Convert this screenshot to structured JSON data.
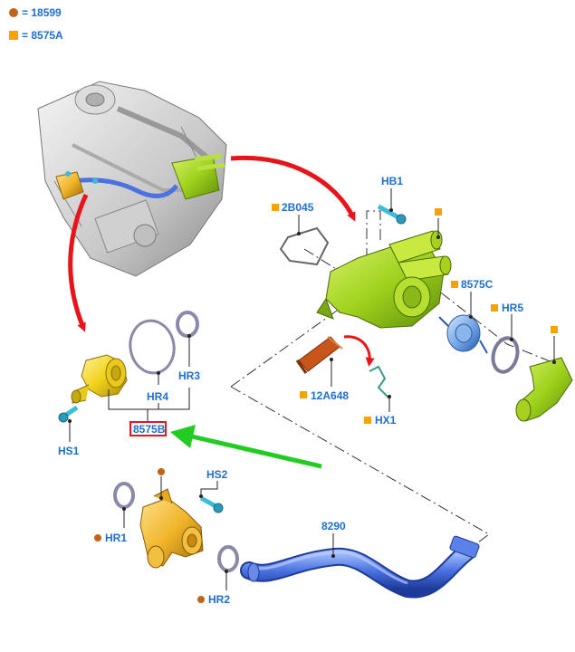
{
  "legend": [
    {
      "marker": "circle",
      "color": "#c0651a",
      "text": "= 18599"
    },
    {
      "marker": "square",
      "color": "#f5a300",
      "text": "= 8575A"
    }
  ],
  "labels": {
    "hb1": "HB1",
    "b2045": "2B045",
    "c8575": "8575C",
    "hr5": "HR5",
    "a12648": "12A648",
    "hx1": "HX1",
    "hr4": "HR4",
    "hr3": "HR3",
    "hs1": "HS1",
    "b8575": "8575B",
    "hs2": "HS2",
    "hr1": "HR1",
    "n8290": "8290",
    "hr2": "HR2"
  },
  "colors": {
    "label_blue": "#1f6fd1",
    "square_marker": "#f5a300",
    "circle_marker": "#c0651a",
    "arrow_red": "#e8141a",
    "arrow_green": "#22cc22",
    "highlight_box": "#e8141a",
    "part_green": "#9ed21c",
    "part_yellow": "#f2d21a",
    "part_orange": "#f0b52a",
    "part_blue": "#4a72e0",
    "sensor_orange": "#c8561a",
    "bolt_cyan": "#3bbcd8",
    "engine_gray": "#c8c8c8"
  }
}
